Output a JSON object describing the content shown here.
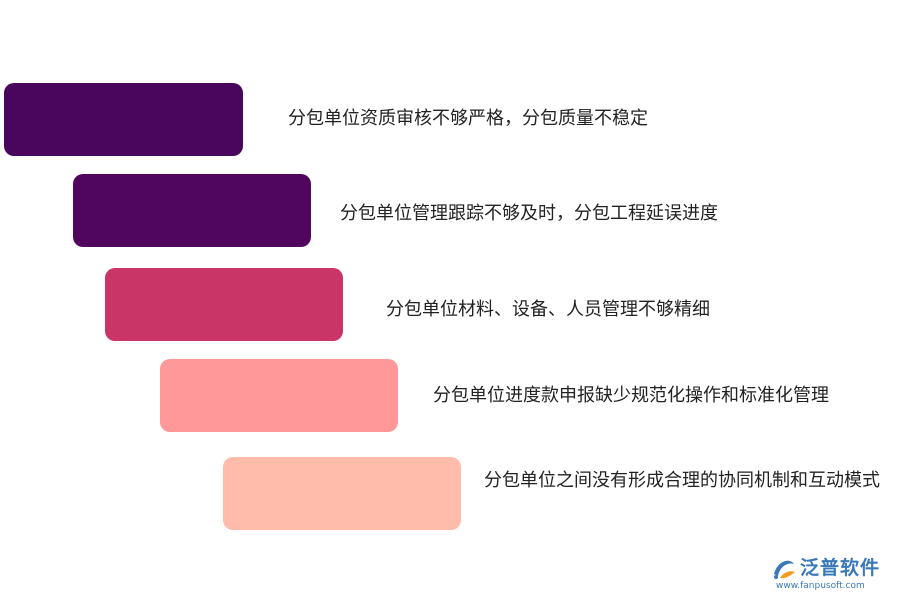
{
  "steps": [
    {
      "text": "分包单位资质审核不够严格，分包质量不稳定",
      "color": "#4a065c"
    },
    {
      "text": "分包单位管理跟踪不够及时，分包工程延误进度",
      "color": "#51065d"
    },
    {
      "text": "分包单位材料、设备、人员管理不够精细",
      "color": "#c83566"
    },
    {
      "text": "分包单位进度款申报缺少规范化操作和标准化管理",
      "color": "#ff9898"
    },
    {
      "text": "分包单位之间没有形成合理的协同机制和互动模式",
      "color": "#ffbcaa"
    }
  ],
  "logo": {
    "name": "泛普软件",
    "url": "www.fanpusoft.com",
    "color": "#3a78b8"
  }
}
